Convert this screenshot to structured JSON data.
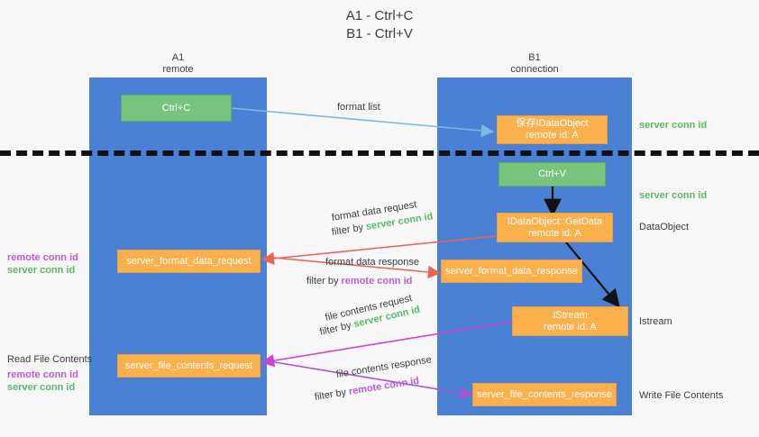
{
  "title": "A1 - Ctrl+C\nB1 - Ctrl+V",
  "colors": {
    "lane": "#4a81d4",
    "green_box": "#79c47d",
    "orange_box": "#fbb04c",
    "server_conn_id": "#57bb63",
    "remote_conn_id": "#c158d6",
    "arrow_blue": "#7eb6e8",
    "arrow_red": "#e8655a",
    "arrow_magenta": "#d63fd6",
    "arrow_purple": "#a855d6",
    "arrow_black": "#111111",
    "background": "#f7f7f7"
  },
  "lanes": [
    {
      "id": "a1",
      "title": "A1\nremote"
    },
    {
      "id": "b1",
      "title": "B1\nconnection"
    }
  ],
  "nodes": {
    "ctrl_c": "Ctrl+C",
    "save_idataobject": "保存IDataObject\nremote id: A",
    "ctrl_v": "Ctrl+V",
    "getdata": "IDataObject::GetData\nremote id: A",
    "format_data_request": "server_format_data_request",
    "format_data_response": "server_format_data_response",
    "istream": "IStream\nremote id: A",
    "file_contents_request": "server_file_contents_request",
    "file_contents_response": "server_file_contents_response"
  },
  "right_labels": {
    "server_conn_id_top": "server conn id",
    "server_conn_id_mid": "server conn id",
    "data_object": "DataObject",
    "istream": "Istream",
    "write_file_contents": "Write File Contents"
  },
  "left_labels": {
    "format_remote": "remote conn id",
    "format_server": "server conn id",
    "read_file_contents": "Read File Contents",
    "file_remote": "remote conn id",
    "file_server": "server conn id"
  },
  "edge_labels": {
    "format_list": "format list",
    "format_data_request": "format data request",
    "format_data_request_filter_prefix": "filter by ",
    "format_data_request_filter_key": "server conn id",
    "format_data_response": "format data response",
    "format_data_response_filter_prefix": "filter by ",
    "format_data_response_filter_key": "remote conn id",
    "file_contents_request": "file contents request",
    "file_contents_request_filter_prefix": "filter by ",
    "file_contents_request_filter_key": "server conn id",
    "file_contents_response": "file contents response",
    "file_contents_response_filter_prefix": "filter by ",
    "file_contents_response_filter_key": "remote conn id"
  }
}
